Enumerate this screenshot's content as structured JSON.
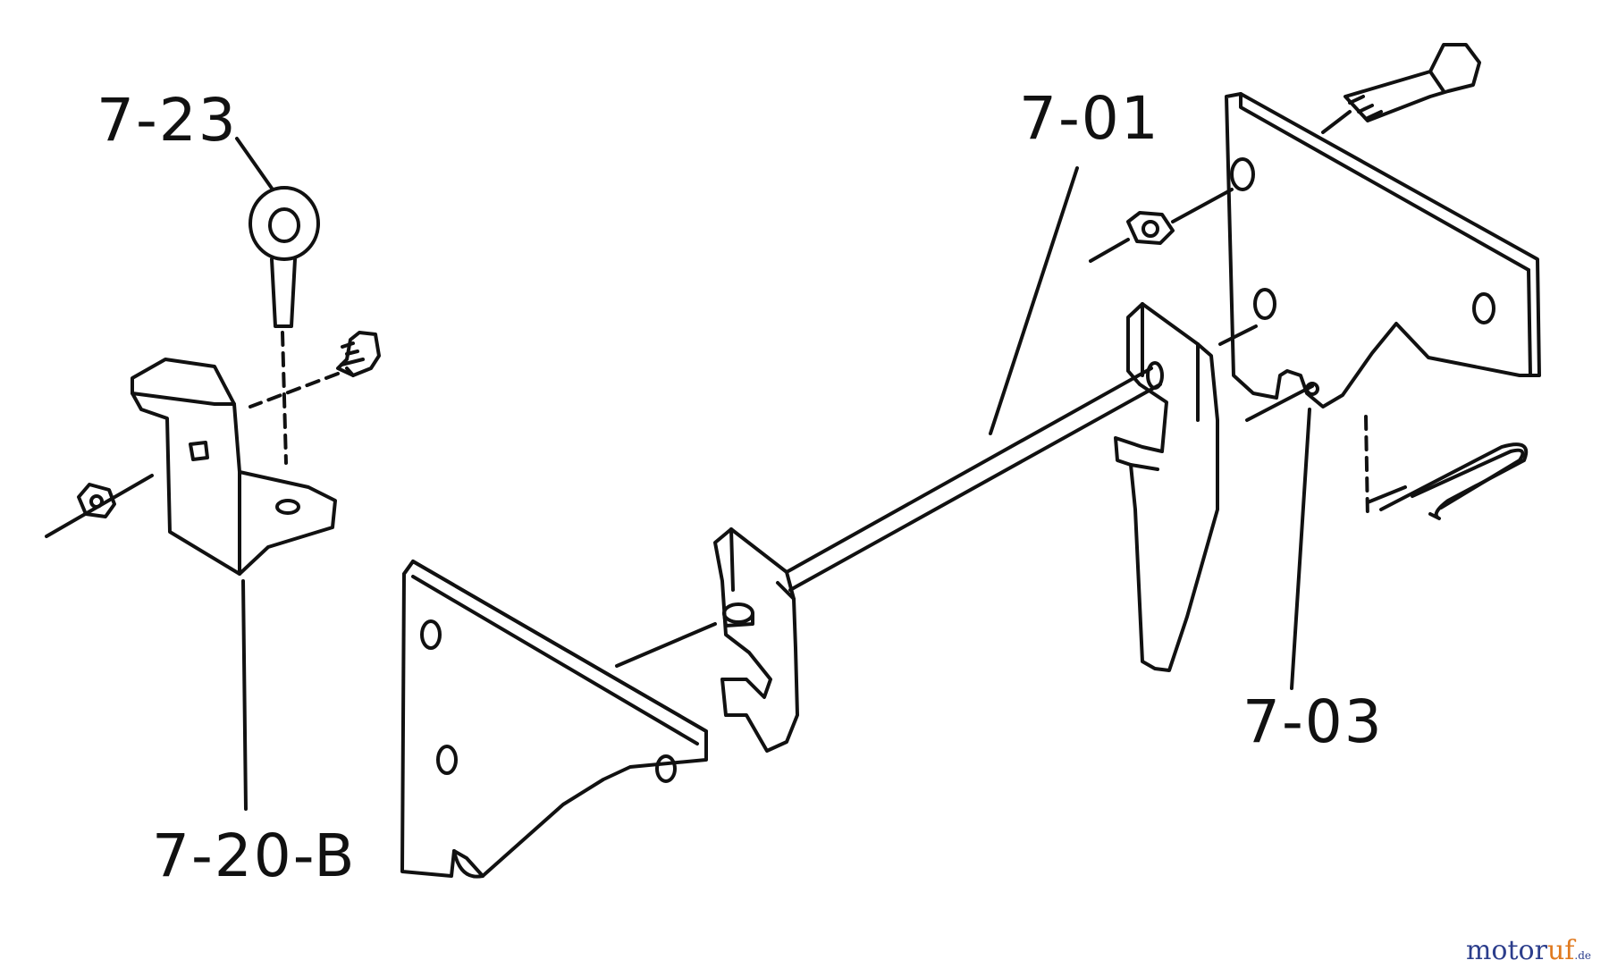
{
  "labels": {
    "part_7_23": "7-23",
    "part_7_01": "7-01",
    "part_7_03": "7-03",
    "part_7_20_b": "7-20-B"
  },
  "watermark": {
    "part_a": "motor",
    "part_b": "uf",
    "tld": ".de"
  },
  "colors": {
    "ink": "#111111",
    "watermark_blue": "#2c3e8c",
    "watermark_orange": "#e07a1f"
  }
}
